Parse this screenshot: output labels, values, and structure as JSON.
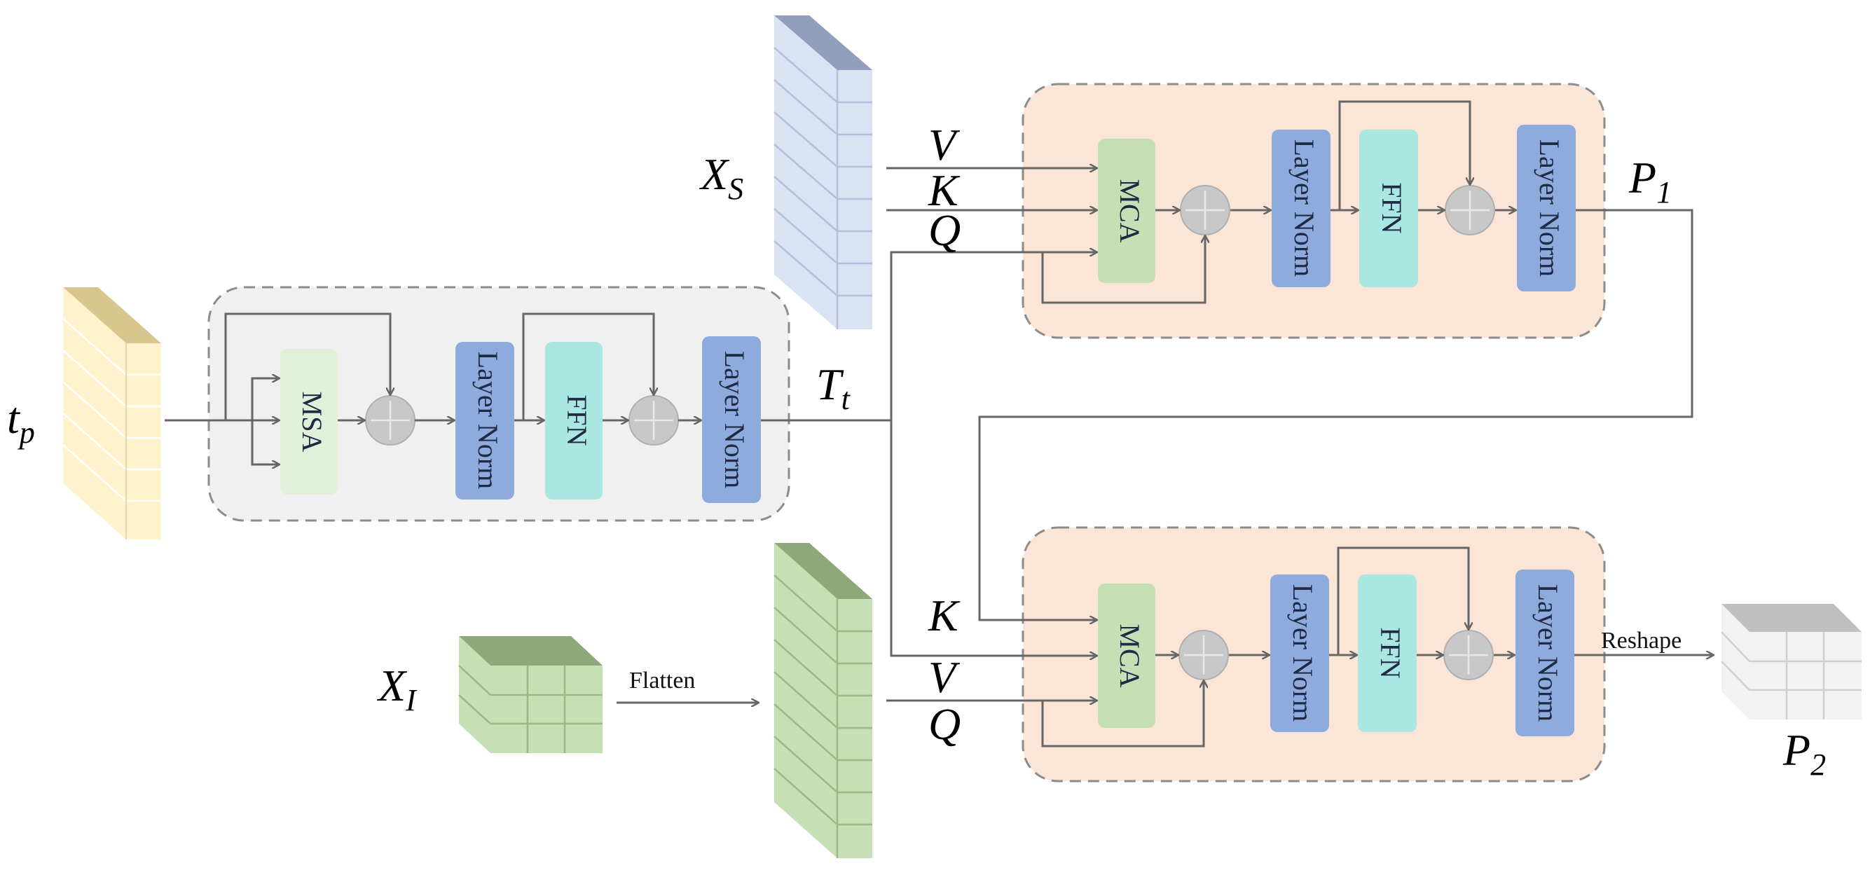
{
  "colors": {
    "background": "#ffffff",
    "arrow": "#666666",
    "encoder_box": "#f0f0f0",
    "decoder_box": "#fbe5d6",
    "msa": "#e2f0d9",
    "mca": "#c5e0b4",
    "layer_norm": "#8faadc",
    "ffn": "#a9e7e0",
    "add": "#c8c8c8",
    "tp_tensor": "#fff2cc",
    "xs_tensor": "#dae3f3",
    "xi_tensor": "#c5e0b4",
    "p2_tensor": "#f2f2f2"
  },
  "inputs": {
    "tp": {
      "main": "t",
      "sub": "p"
    },
    "xs": {
      "main": "X",
      "sub": "S"
    },
    "xi": {
      "main": "X",
      "sub": "I"
    }
  },
  "encoder": {
    "msa_label": "MSA",
    "norm1_label": "Layer Norm",
    "ffn_label": "FFN",
    "norm2_label": "Layer Norm",
    "output": {
      "main": "T",
      "sub": "t"
    }
  },
  "decoder1": {
    "v_label": "V",
    "k_label": "K",
    "q_label": "Q",
    "mca_label": "MCA",
    "norm1_label": "Layer Norm",
    "ffn_label": "FFN",
    "norm2_label": "Layer Norm",
    "output": {
      "main": "P",
      "sub": "1"
    }
  },
  "decoder2": {
    "k_label": "K",
    "v_label": "V",
    "q_label": "Q",
    "mca_label": "MCA",
    "norm1_label": "Layer Norm",
    "ffn_label": "FFN",
    "norm2_label": "Layer Norm",
    "output": {
      "main": "P",
      "sub": "2"
    }
  },
  "flatten_label": "Flatten",
  "reshape_label": "Reshape"
}
